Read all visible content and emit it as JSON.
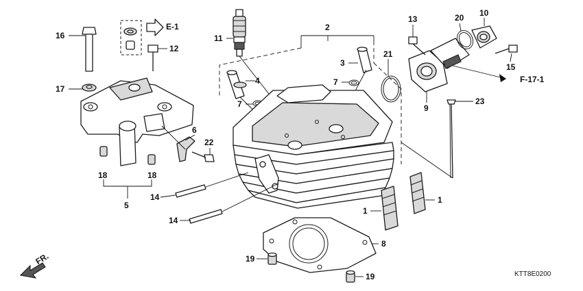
{
  "callouts": {
    "c1a": "1",
    "c1b": "1",
    "c2": "2",
    "c3": "3",
    "c4": "4",
    "c5": "5",
    "c6": "6",
    "c7a": "7",
    "c7b": "7",
    "c8": "8",
    "c9": "9",
    "c10": "10",
    "c11": "11",
    "c12": "12",
    "c13": "13",
    "c14a": "14",
    "c14b": "14",
    "c15": "15",
    "c16": "16",
    "c17": "17",
    "c18a": "18",
    "c18b": "18",
    "c19a": "19",
    "c19b": "19",
    "c20": "20",
    "c21": "21",
    "c22": "22",
    "c23": "23"
  },
  "references": {
    "e1": "E-1",
    "f17": "F-17-1",
    "fr": "FR."
  },
  "diagram_code": "KTT8E0200"
}
